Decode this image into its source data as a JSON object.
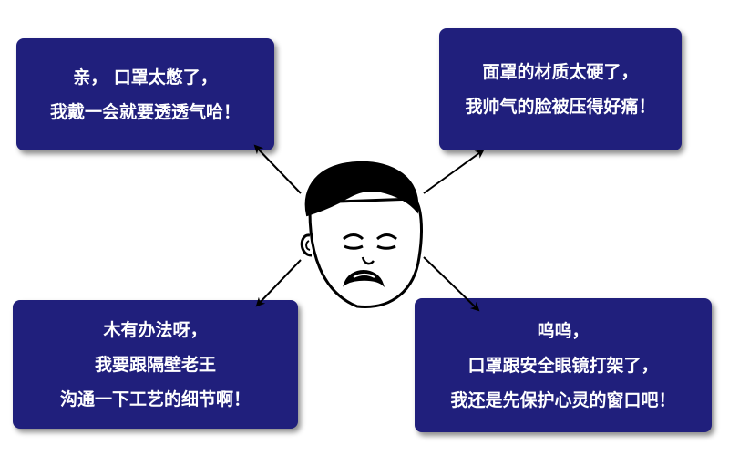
{
  "colors": {
    "box_fill": "#201f7c",
    "box_text": "#ffffff",
    "arrow": "#000000",
    "face": "#ffffff",
    "hair": "#000000"
  },
  "center_figure": {
    "icon": "sad-face-icon"
  },
  "boxes": {
    "top_left": {
      "lines": [
        "亲，  口罩太憋了，",
        "我戴一会就要透透气哈！"
      ]
    },
    "top_right": {
      "lines": [
        "面罩的材质太硬了，",
        "我帅气的脸被压得好痛！"
      ]
    },
    "bottom_left": {
      "lines": [
        "木有办法呀，",
        "我要跟隔壁老王",
        "沟通一下工艺的细节啊！"
      ]
    },
    "bottom_right": {
      "lines": [
        "呜呜，",
        "口罩跟安全眼镜打架了，",
        "我还是先保护心灵的窗口吧！"
      ]
    }
  }
}
